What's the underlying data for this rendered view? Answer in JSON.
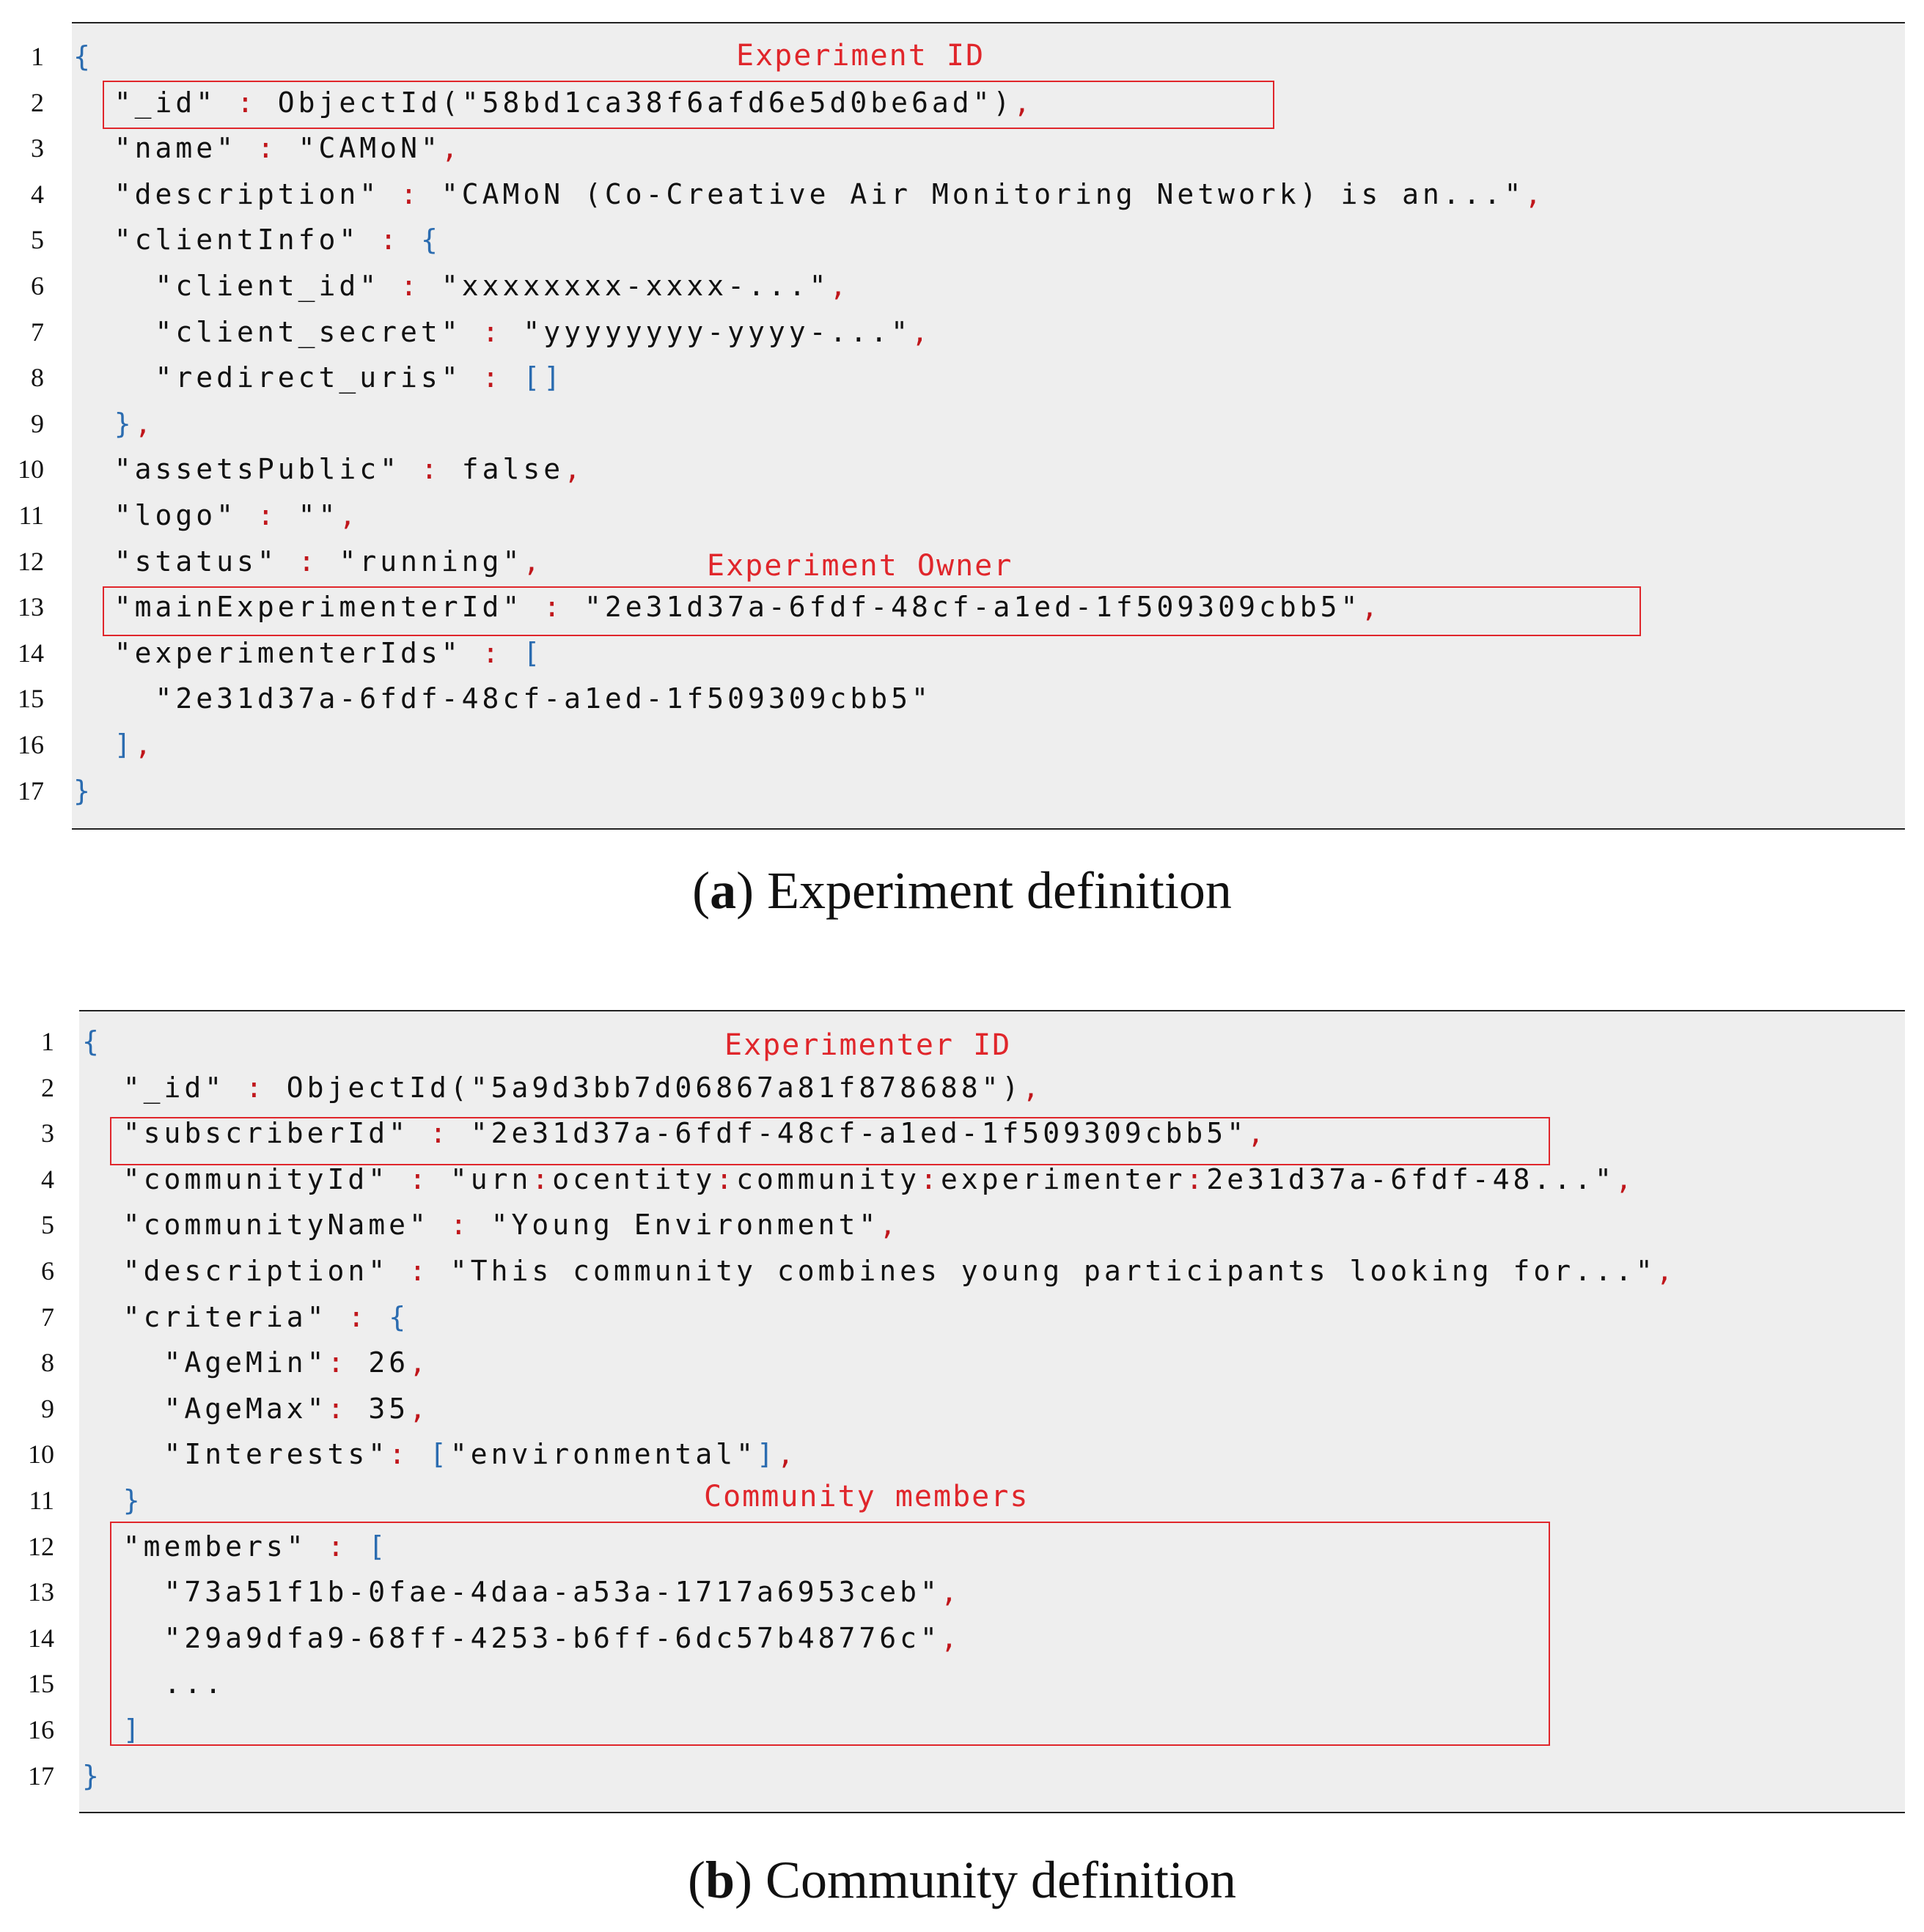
{
  "figure_a": {
    "caption_label": "a",
    "caption_text": "Experiment definition",
    "annotations": [
      "Experiment ID",
      "Experiment Owner"
    ],
    "lines": [
      {
        "num": "1",
        "text": "{"
      },
      {
        "num": "2",
        "text": "  \"_id\" : ObjectId(\"58bd1ca38f6afd6e5d0be6ad\"),"
      },
      {
        "num": "3",
        "text": "  \"name\" : \"CAMoN\","
      },
      {
        "num": "4",
        "text": "  \"description\" : \"CAMoN (Co-Creative Air Monitoring Network) is an...\","
      },
      {
        "num": "5",
        "text": "  \"clientInfo\" : {"
      },
      {
        "num": "6",
        "text": "    \"client_id\" : \"xxxxxxxx-xxxx-...\","
      },
      {
        "num": "7",
        "text": "    \"client_secret\" : \"yyyyyyyy-yyyy-...\","
      },
      {
        "num": "8",
        "text": "    \"redirect_uris\" : []"
      },
      {
        "num": "9",
        "text": "  },"
      },
      {
        "num": "10",
        "text": "  \"assetsPublic\" : false,"
      },
      {
        "num": "11",
        "text": "  \"logo\" : \"\","
      },
      {
        "num": "12",
        "text": "  \"status\" : \"running\","
      },
      {
        "num": "13",
        "text": "  \"mainExperimenterId\" : \"2e31d37a-6fdf-48cf-a1ed-1f509309cbb5\","
      },
      {
        "num": "14",
        "text": "  \"experimenterIds\" : ["
      },
      {
        "num": "15",
        "text": "    \"2e31d37a-6fdf-48cf-a1ed-1f509309cbb5\""
      },
      {
        "num": "16",
        "text": "  ],"
      },
      {
        "num": "17",
        "text": "}"
      }
    ]
  },
  "figure_b": {
    "caption_label": "b",
    "caption_text": "Community definition",
    "annotations": [
      "Experimenter ID",
      "Community members"
    ],
    "lines": [
      {
        "num": "1",
        "text": "{"
      },
      {
        "num": "2",
        "text": "  \"_id\" : ObjectId(\"5a9d3bb7d06867a81f878688\"),"
      },
      {
        "num": "3",
        "text": "  \"subscriberId\" : \"2e31d37a-6fdf-48cf-a1ed-1f509309cbb5\","
      },
      {
        "num": "4",
        "text": "  \"communityId\" : \"urn:ocentity:community:experimenter:2e31d37a-6fdf-48...\","
      },
      {
        "num": "5",
        "text": "  \"communityName\" : \"Young Environment\","
      },
      {
        "num": "6",
        "text": "  \"description\" : \"This community combines young participants looking for...\","
      },
      {
        "num": "7",
        "text": "  \"criteria\" : {"
      },
      {
        "num": "8",
        "text": "    \"AgeMin\": 26,"
      },
      {
        "num": "9",
        "text": "    \"AgeMax\": 35,"
      },
      {
        "num": "10",
        "text": "    \"Interests\": [\"environmental\"],"
      },
      {
        "num": "11",
        "text": "  }"
      },
      {
        "num": "12",
        "text": "  \"members\" : ["
      },
      {
        "num": "13",
        "text": "    \"73a51f1b-0fae-4daa-a53a-1717a6953ceb\","
      },
      {
        "num": "14",
        "text": "    \"29a9dfa9-68ff-4253-b6ff-6dc57b48776c\","
      },
      {
        "num": "15",
        "text": "    ..."
      },
      {
        "num": "16",
        "text": "  ]"
      },
      {
        "num": "17",
        "text": "}"
      }
    ]
  }
}
